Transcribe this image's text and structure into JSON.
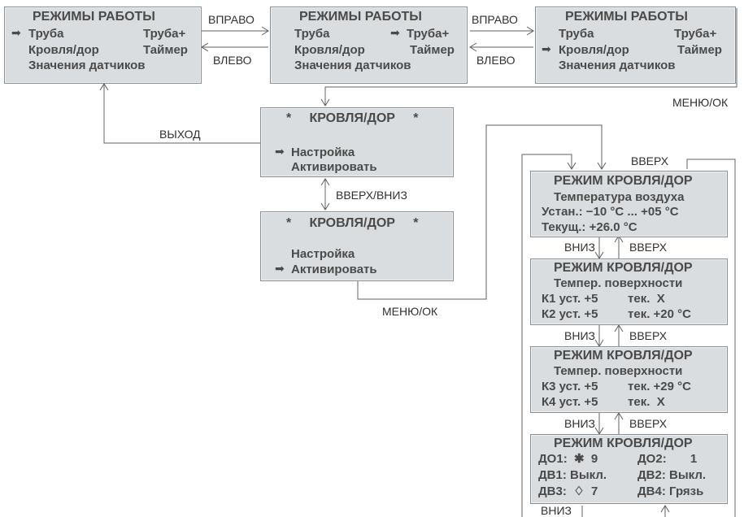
{
  "menu_title": "РЕЖИМЫ РАБОТЫ",
  "menu_items": {
    "truba": "Труба",
    "truba_plus": "Труба+",
    "krovlya": "Кровля/дор",
    "taimer": "Таймер",
    "sensors": "Значения датчиков"
  },
  "krovlya_title": "*     КРОВЛЯ/ДОР     *",
  "krovlya_items": {
    "setup": "Настройка",
    "activate": "Активировать"
  },
  "mode_title": "РЕЖИМ КРОВЛЯ/ДОР",
  "air": {
    "line1": "Температура воздуха",
    "line2": "Устан.: −10 °C ... +05 °C",
    "line3": "Текущ.: +26.0 °C"
  },
  "surf1": {
    "line1": "Темпер. поверхности",
    "k1": "К1 уст. +5",
    "k1v": "тек.  X",
    "k2": "К2 уст. +5",
    "k2v": "тек. +20 °C"
  },
  "surf2": {
    "line1": "Темпер. поверхности",
    "k3": "К3 уст. +5",
    "k3v": "тек. +29 °C",
    "k4": "К4 уст. +5",
    "k4v": "тек.  X"
  },
  "status": {
    "do1": "ДО1:  ✱  9",
    "do2": "ДО2:       1",
    "dv1": "ДВ1: Выкл.",
    "dv2": "ДВ2: Выкл.",
    "dv3": "ДВ3:  ♢  7",
    "dv4": "ДВ4: Грязь"
  },
  "labels": {
    "right": "ВПРАВО",
    "left": "ВЛЕВО",
    "menu_ok": "МЕНЮ/ОК",
    "exit": "ВЫХОД",
    "up_down": "ВВЕРХ/ВНИЗ",
    "up": "ВВЕРХ",
    "down": "ВНИЗ"
  },
  "pointer": "➡"
}
